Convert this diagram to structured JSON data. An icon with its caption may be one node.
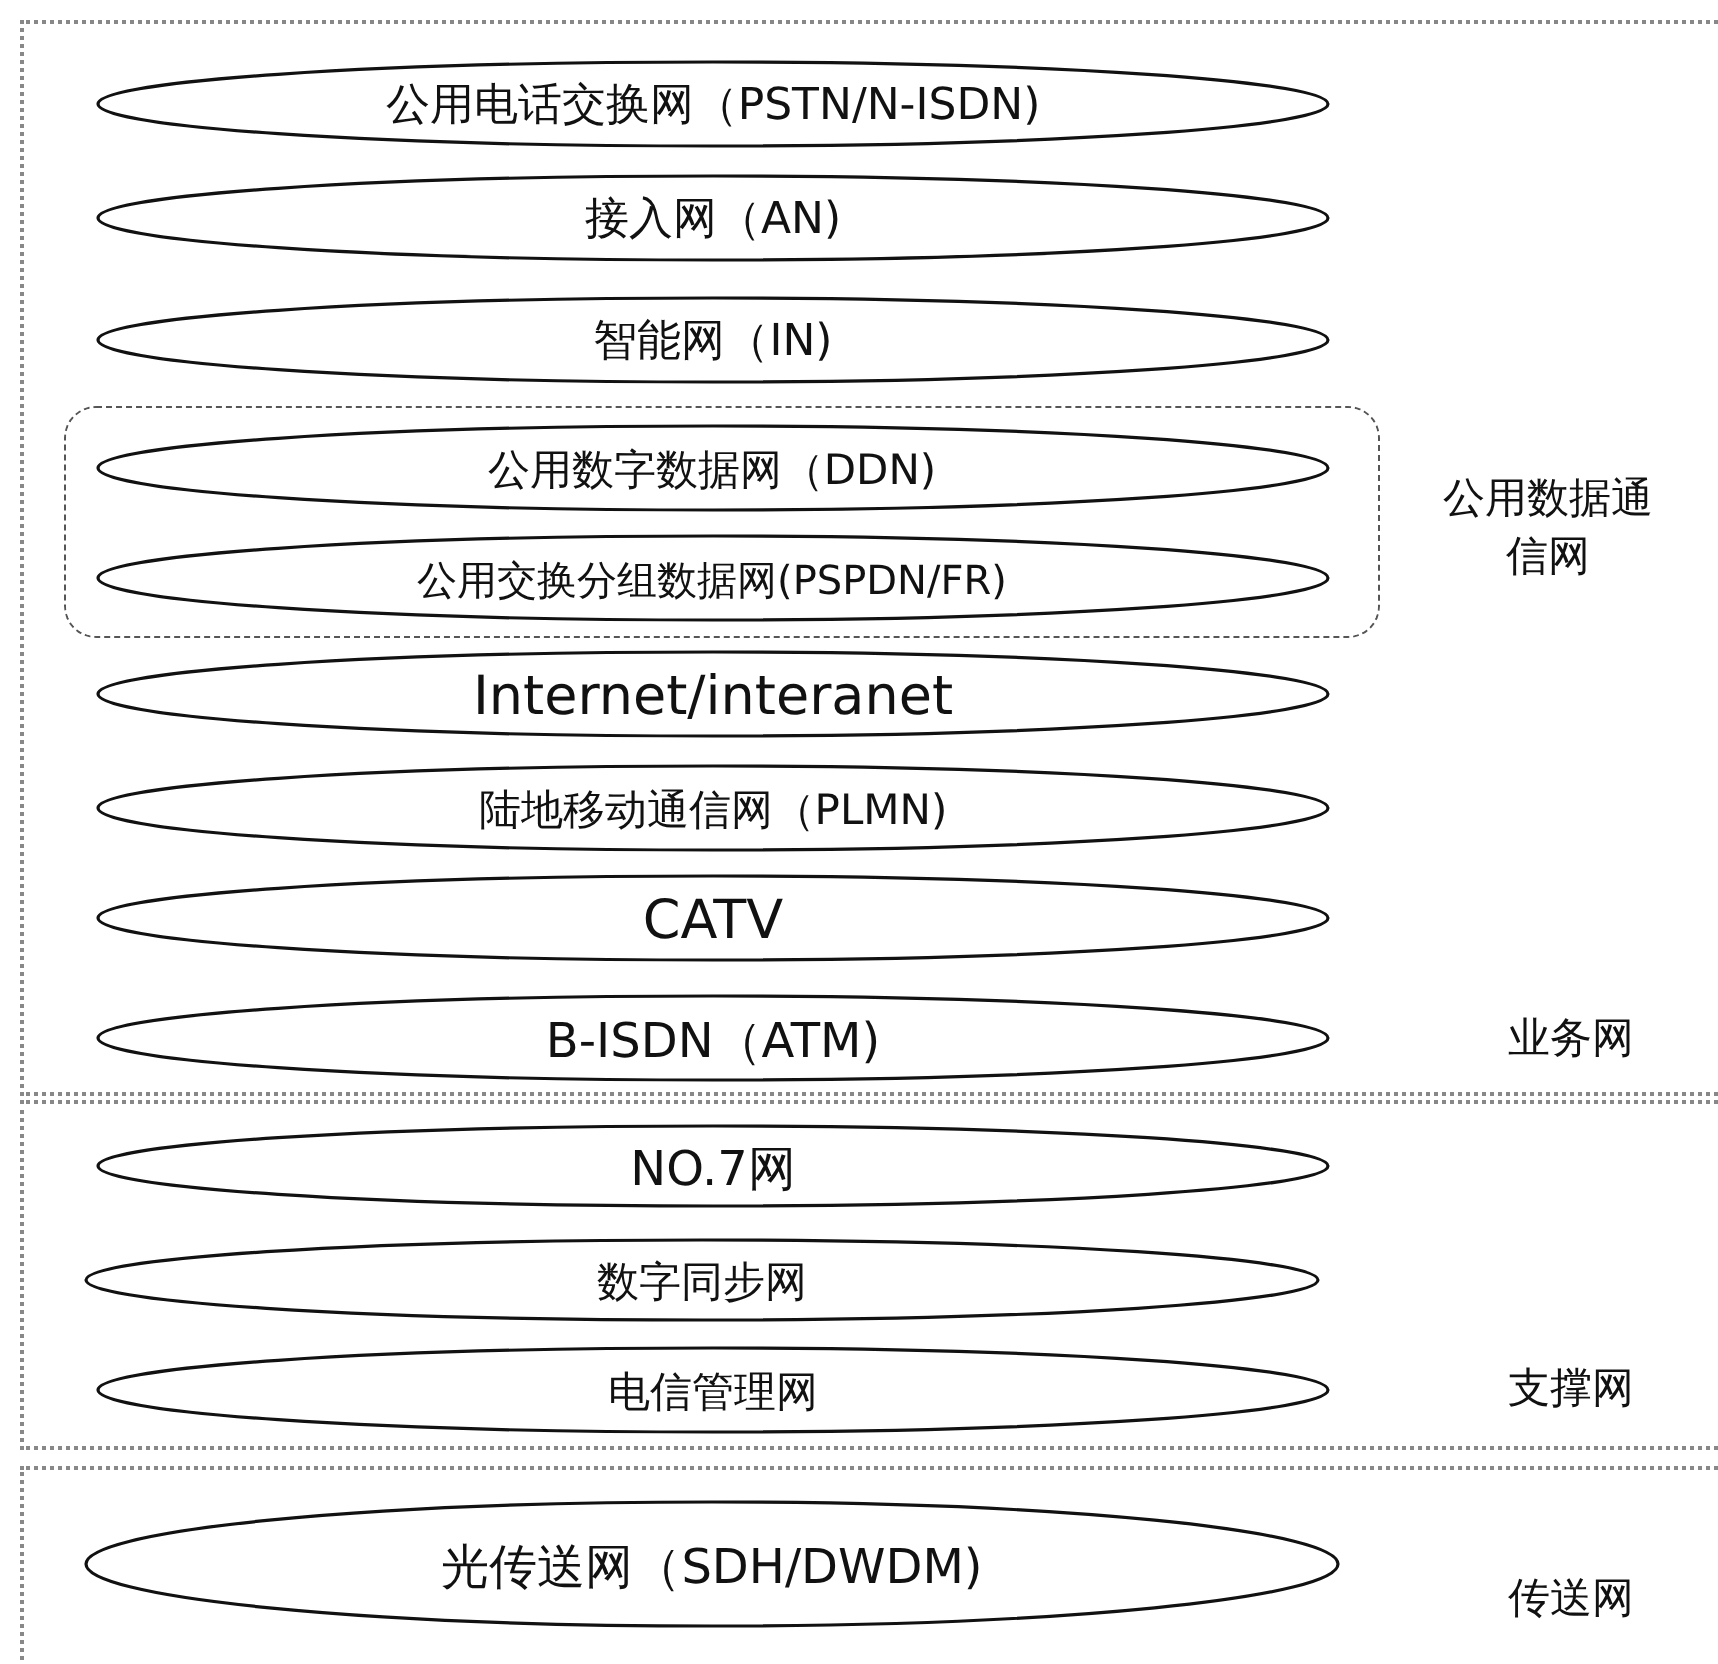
{
  "diagram": {
    "nodes": [
      {
        "text": [
          "业务网"
        ]
      },
      {
        "text": [
          "公用电话交换网（PSTN/N-ISDN)"
        ],
        "in": 0
      },
      {
        "text": [
          "接入网（AN)"
        ],
        "in": 0
      },
      {
        "text": [
          "智能网（IN)"
        ],
        "in": 0
      },
      {
        "text": [
          "公用数据通信网"
        ],
        "in": 0
      },
      {
        "text": [
          "公用数字数据网（DDN)"
        ],
        "in": 4
      },
      {
        "text": [
          "公用交换分组数据网(PSPDN/FR)"
        ],
        "in": 4
      },
      {
        "text": [
          "Internet/interanet"
        ],
        "in": 0
      },
      {
        "text": [
          "陆地移动通信网（PLMN)"
        ],
        "in": 0
      },
      {
        "text": [
          "CATV"
        ],
        "in": 0
      },
      {
        "text": [
          "B-ISDN（ATM)"
        ],
        "in": 0
      },
      {
        "text": [
          "支撑网"
        ]
      },
      {
        "text": [
          "NO.7网"
        ],
        "in": 11
      },
      {
        "text": [
          "数字同步网"
        ],
        "in": 11
      },
      {
        "text": [
          "电信管理网"
        ],
        "in": 11
      },
      {
        "text": [
          "传送网"
        ]
      },
      {
        "text": [
          "光传送网（SDH/DWDM)"
        ],
        "in": 15
      }
    ]
  }
}
